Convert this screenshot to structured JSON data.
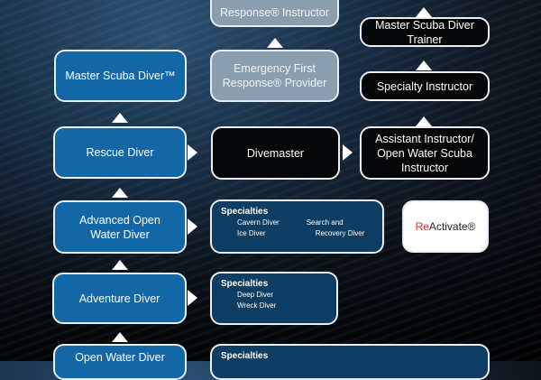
{
  "left_column": [
    "Master Scuba Diver™",
    "Rescue Diver",
    "Advanced Open Water Diver",
    "Adventure Diver",
    "Open Water Diver"
  ],
  "center_column": {
    "efr_instructor": "Response® Instructor",
    "efr_provider": "Emergency First Response® Provider",
    "divemaster": "Divemaster"
  },
  "right_column": {
    "msdt": "Master Scuba Diver Trainer",
    "specialty_instructor": "Specialty Instructor",
    "assistant_instructor": "Assistant Instructor/ Open Water Scuba Instructor"
  },
  "specialties": [
    {
      "heading": "Specialties",
      "items": [
        "Cavern Diver",
        "Search and",
        "Ice Diver",
        "Recovery Diver"
      ]
    },
    {
      "heading": "Specialties",
      "items": [
        "Deep Diver",
        "Wreck Diver"
      ]
    },
    {
      "heading": "Specialties",
      "items": []
    }
  ],
  "reactivate": {
    "prefix": "Re",
    "suffix": "Activate®"
  },
  "colors": {
    "blue": "#1467a6",
    "grey": "#8b9eae",
    "black": "#050608",
    "navy": "#0d3d62",
    "red": "#d32f2f"
  }
}
